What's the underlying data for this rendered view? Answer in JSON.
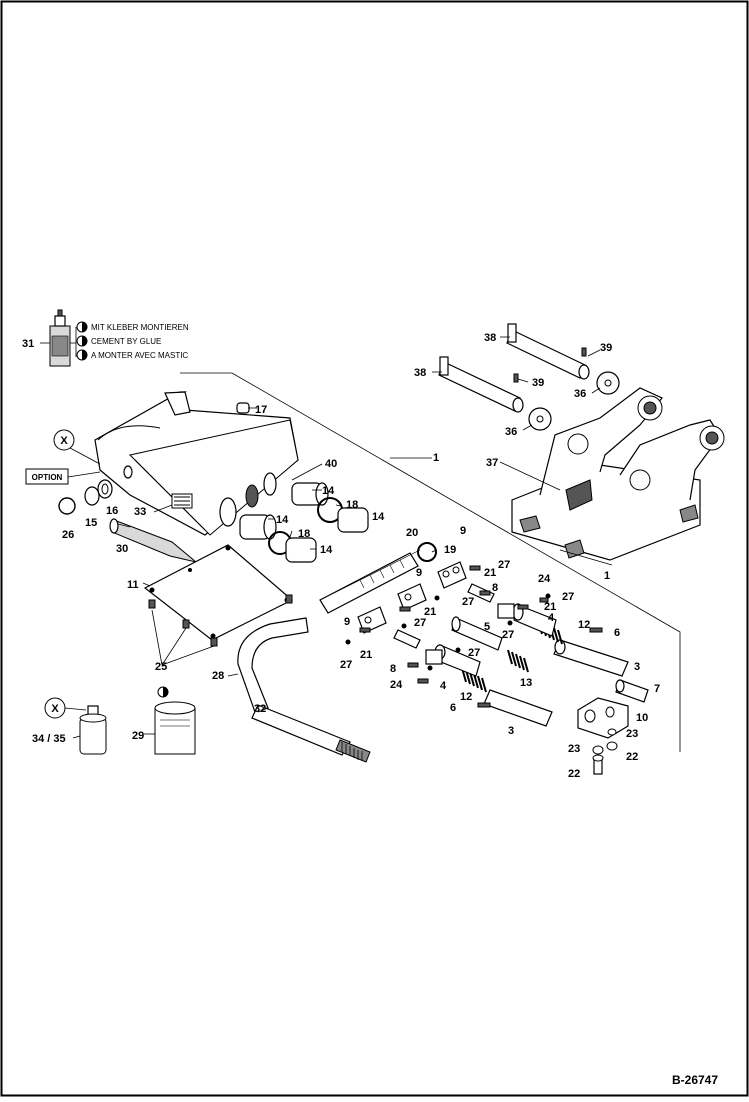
{
  "legend": {
    "part_number": "31",
    "lines": [
      "MIT KLEBER MONTIEREN",
      "CEMENT BY GLUE",
      "A MONTER AVEC MASTIC"
    ]
  },
  "option_label": "OPTION",
  "x_marker": "X",
  "figure_id": "B-26747",
  "callouts": {
    "c1a": "1",
    "c1b": "1",
    "c3a": "3",
    "c3b": "3",
    "c4a": "4",
    "c4b": "4",
    "c5": "5",
    "c6a": "6",
    "c6b": "6",
    "c7": "7",
    "c8a": "8",
    "c8b": "8",
    "c9a": "9",
    "c9b": "9",
    "c9c": "9",
    "c10": "10",
    "c11": "11",
    "c12a": "12",
    "c12b": "12",
    "c13": "13",
    "c14a": "14",
    "c14b": "14",
    "c14c": "14",
    "c14d": "14",
    "c15": "15",
    "c16": "16",
    "c17": "17",
    "c18a": "18",
    "c18b": "18",
    "c19": "19",
    "c20": "20",
    "c21a": "21",
    "c21b": "21",
    "c21c": "21",
    "c21d": "21",
    "c21e": "21",
    "c22a": "22",
    "c22b": "22",
    "c23a": "23",
    "c23b": "23",
    "c24a": "24",
    "c24b": "24",
    "c25": "25",
    "c26": "26",
    "c27a": "27",
    "c27b": "27",
    "c27c": "27",
    "c27d": "27",
    "c27e": "27",
    "c27f": "27",
    "c27g": "27",
    "c28": "28",
    "c29": "29",
    "c30": "30",
    "c32": "32",
    "c33": "33",
    "c3435": "34 / 35",
    "c36a": "36",
    "c36b": "36",
    "c37": "37",
    "c38a": "38",
    "c38b": "38",
    "c39a": "39",
    "c39b": "39",
    "c40": "40"
  }
}
